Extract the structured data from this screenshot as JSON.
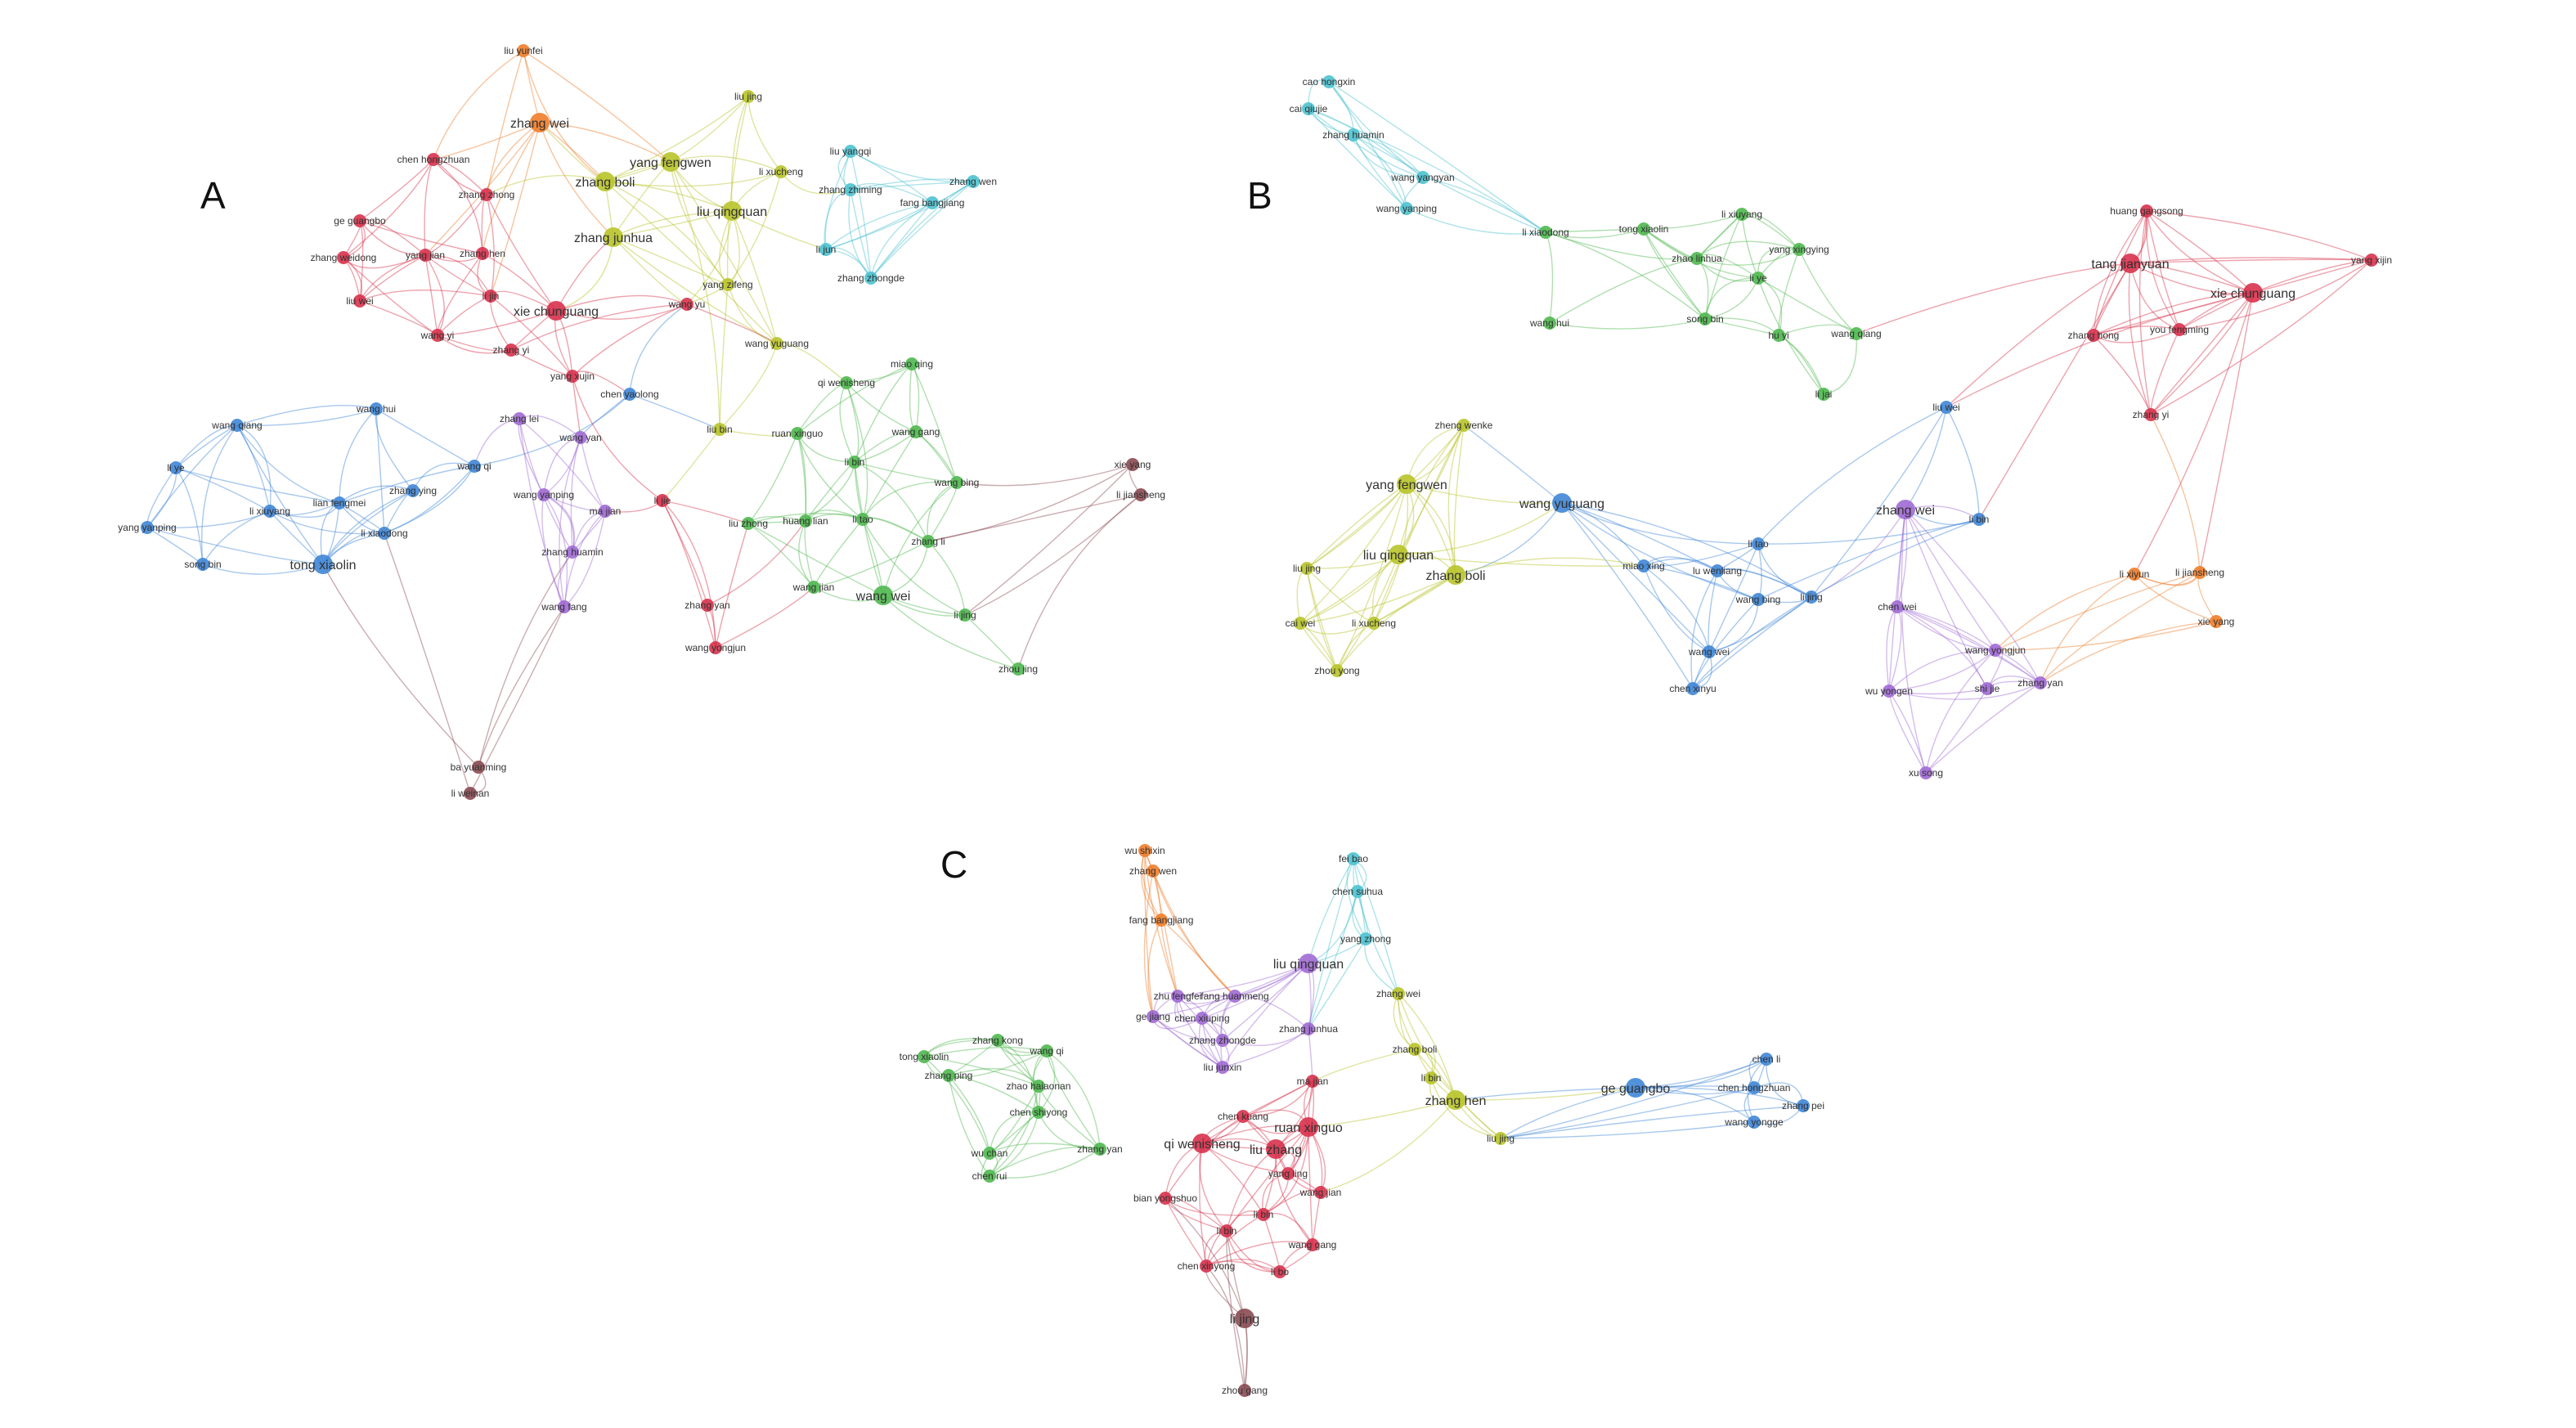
{
  "panels": [
    {
      "letter": "A",
      "colors": {
        "red": "#d8324c",
        "orange": "#ee7d2a",
        "olive": "#b8c42a",
        "cyan": "#4cc2d0",
        "green": "#4fb84f",
        "blue": "#3f86d6",
        "purple": "#a06ad4",
        "brown": "#8a4a52"
      },
      "nodes": [
        {
          "id": "liu yunfei",
          "c": "orange"
        },
        {
          "id": "zhang wei",
          "c": "orange",
          "big": true
        },
        {
          "id": "liu jing",
          "c": "olive"
        },
        {
          "id": "chen hongzhuan",
          "c": "red"
        },
        {
          "id": "yang fengwen",
          "c": "olive",
          "big": true
        },
        {
          "id": "zhang boli",
          "c": "olive",
          "big": true
        },
        {
          "id": "li xucheng",
          "c": "olive"
        },
        {
          "id": "liu yangqi",
          "c": "cyan"
        },
        {
          "id": "zhang wen",
          "c": "cyan"
        },
        {
          "id": "zhang zhiming",
          "c": "cyan"
        },
        {
          "id": "fang bangjiang",
          "c": "cyan"
        },
        {
          "id": "ge guangbo",
          "c": "red"
        },
        {
          "id": "zhang zhong",
          "c": "red"
        },
        {
          "id": "liu qingquan",
          "c": "olive",
          "big": true
        },
        {
          "id": "zhang junhua",
          "c": "olive",
          "big": true
        },
        {
          "id": "zhang weidong",
          "c": "red"
        },
        {
          "id": "yang jian",
          "c": "red"
        },
        {
          "id": "zhang hen",
          "c": "red"
        },
        {
          "id": "li jun",
          "c": "cyan"
        },
        {
          "id": "liu wei",
          "c": "red"
        },
        {
          "id": "li jin",
          "c": "red"
        },
        {
          "id": "xie chunguang",
          "c": "red",
          "big": true
        },
        {
          "id": "yang zifeng",
          "c": "olive"
        },
        {
          "id": "wang yu",
          "c": "red"
        },
        {
          "id": "zhang zhongde",
          "c": "cyan"
        },
        {
          "id": "wang yi",
          "c": "red"
        },
        {
          "id": "zhang yi",
          "c": "red"
        },
        {
          "id": "wang yuguang",
          "c": "olive"
        },
        {
          "id": "miao qing",
          "c": "green"
        },
        {
          "id": "yang xujin",
          "c": "red"
        },
        {
          "id": "qi wenisheng",
          "c": "green"
        },
        {
          "id": "chen yaolong",
          "c": "blue"
        },
        {
          "id": "wang qiang",
          "c": "blue"
        },
        {
          "id": "wang hui",
          "c": "blue"
        },
        {
          "id": "zhang lei",
          "c": "purple"
        },
        {
          "id": "liu bin",
          "c": "olive"
        },
        {
          "id": "ruan xinguo",
          "c": "green"
        },
        {
          "id": "wang gang",
          "c": "green"
        },
        {
          "id": "wang yan",
          "c": "purple"
        },
        {
          "id": "li bin",
          "c": "green"
        },
        {
          "id": "xie yang",
          "c": "brown"
        },
        {
          "id": "li ye",
          "c": "blue"
        },
        {
          "id": "wang qi",
          "c": "blue"
        },
        {
          "id": "wang bing",
          "c": "green"
        },
        {
          "id": "li jiansheng",
          "c": "brown"
        },
        {
          "id": "zhang ying",
          "c": "blue"
        },
        {
          "id": "wang yanping",
          "c": "purple"
        },
        {
          "id": "lian fengmei",
          "c": "blue"
        },
        {
          "id": "li xiuyang",
          "c": "blue"
        },
        {
          "id": "li xiaodong",
          "c": "blue"
        },
        {
          "id": "li jie",
          "c": "red"
        },
        {
          "id": "ma jian",
          "c": "purple"
        },
        {
          "id": "liu zhong",
          "c": "green"
        },
        {
          "id": "huang lian",
          "c": "green"
        },
        {
          "id": "li tao",
          "c": "green"
        },
        {
          "id": "yang yanping",
          "c": "blue"
        },
        {
          "id": "zhang huamin",
          "c": "purple"
        },
        {
          "id": "zhang li",
          "c": "green"
        },
        {
          "id": "tong xiaolin",
          "c": "blue",
          "big": true
        },
        {
          "id": "song bin",
          "c": "blue"
        },
        {
          "id": "wang jian",
          "c": "green"
        },
        {
          "id": "wang wei",
          "c": "green",
          "big": true
        },
        {
          "id": "wang fang",
          "c": "purple"
        },
        {
          "id": "zhang yan",
          "c": "red"
        },
        {
          "id": "li jing",
          "c": "green"
        },
        {
          "id": "wang yongjun",
          "c": "red"
        },
        {
          "id": "zhou jing",
          "c": "green"
        },
        {
          "id": "ba yuanming",
          "c": "brown"
        },
        {
          "id": "li weinan",
          "c": "brown"
        }
      ]
    },
    {
      "letter": "B",
      "colors": {
        "cyan": "#4cc2d0",
        "green": "#4fb84f",
        "red": "#d8324c",
        "olive": "#b8c42a",
        "blue": "#3f86d6",
        "purple": "#a06ad4",
        "orange": "#ee7d2a"
      },
      "nodes": [
        {
          "id": "cao hongxin",
          "c": "cyan"
        },
        {
          "id": "cai qiujie",
          "c": "cyan"
        },
        {
          "id": "zhang huamin",
          "c": "cyan"
        },
        {
          "id": "wang yangyan",
          "c": "cyan"
        },
        {
          "id": "wang yanping",
          "c": "cyan"
        },
        {
          "id": "li xiuyang",
          "c": "green"
        },
        {
          "id": "huang gangsong",
          "c": "red"
        },
        {
          "id": "li xiaodong",
          "c": "green"
        },
        {
          "id": "tong xiaolin",
          "c": "green"
        },
        {
          "id": "yang xingying",
          "c": "green"
        },
        {
          "id": "zhao linhua",
          "c": "green"
        },
        {
          "id": "tang jianyuan",
          "c": "red",
          "big": true
        },
        {
          "id": "yang xijin",
          "c": "red"
        },
        {
          "id": "li ye",
          "c": "green"
        },
        {
          "id": "xie chunguang",
          "c": "red",
          "big": true
        },
        {
          "id": "wang hui",
          "c": "green"
        },
        {
          "id": "song bin",
          "c": "green"
        },
        {
          "id": "hu yi",
          "c": "green"
        },
        {
          "id": "wang qiang",
          "c": "green"
        },
        {
          "id": "zhang hong",
          "c": "red"
        },
        {
          "id": "you fengming",
          "c": "red"
        },
        {
          "id": "li jai",
          "c": "green"
        },
        {
          "id": "liu wei",
          "c": "blue"
        },
        {
          "id": "zhang yi",
          "c": "red"
        },
        {
          "id": "zheng wenke",
          "c": "olive"
        },
        {
          "id": "yang fengwen",
          "c": "olive",
          "big": true
        },
        {
          "id": "wang yuguang",
          "c": "blue",
          "big": true
        },
        {
          "id": "zhang wei",
          "c": "purple",
          "big": true
        },
        {
          "id": "li bin",
          "c": "blue"
        },
        {
          "id": "li tao",
          "c": "blue"
        },
        {
          "id": "liu qingquan",
          "c": "olive",
          "big": true
        },
        {
          "id": "liu jing",
          "c": "olive"
        },
        {
          "id": "zhang boli",
          "c": "olive",
          "big": true
        },
        {
          "id": "miao xing",
          "c": "blue"
        },
        {
          "id": "lu wenliang",
          "c": "blue"
        },
        {
          "id": "li xiyun",
          "c": "orange"
        },
        {
          "id": "li jiansheng",
          "c": "orange"
        },
        {
          "id": "wang bing",
          "c": "blue"
        },
        {
          "id": "li jing",
          "c": "blue"
        },
        {
          "id": "cai wei",
          "c": "olive"
        },
        {
          "id": "li xucheng",
          "c": "olive"
        },
        {
          "id": "chen wei",
          "c": "purple"
        },
        {
          "id": "xie yang",
          "c": "orange"
        },
        {
          "id": "wang wei",
          "c": "blue"
        },
        {
          "id": "wang yongjun",
          "c": "purple"
        },
        {
          "id": "zhou yong",
          "c": "olive"
        },
        {
          "id": "shi jie",
          "c": "purple"
        },
        {
          "id": "zhang yan",
          "c": "purple"
        },
        {
          "id": "chen xinyu",
          "c": "blue"
        },
        {
          "id": "wu yongen",
          "c": "purple"
        },
        {
          "id": "xu song",
          "c": "purple"
        }
      ]
    },
    {
      "letter": "C",
      "colors": {
        "orange": "#ee7d2a",
        "cyan": "#4cc2d0",
        "purple": "#a06ad4",
        "green": "#4fb84f",
        "olive": "#b8c42a",
        "red": "#d8324c",
        "blue": "#3f86d6",
        "brown": "#8a4a52"
      },
      "nodes": [
        {
          "id": "wu shixin",
          "c": "orange"
        },
        {
          "id": "fei bao",
          "c": "cyan"
        },
        {
          "id": "zhang wen",
          "c": "orange"
        },
        {
          "id": "chen suhua",
          "c": "cyan"
        },
        {
          "id": "fang bangjiang",
          "c": "orange"
        },
        {
          "id": "yang zhong",
          "c": "cyan"
        },
        {
          "id": "liu qingquan",
          "c": "purple",
          "big": true
        },
        {
          "id": "zhu fengfei",
          "c": "purple"
        },
        {
          "id": "fang huanmeng",
          "c": "purple"
        },
        {
          "id": "zhang wei",
          "c": "olive"
        },
        {
          "id": "ge jiang",
          "c": "purple"
        },
        {
          "id": "chen xiuping",
          "c": "purple"
        },
        {
          "id": "zhang junhua",
          "c": "purple"
        },
        {
          "id": "zhang zhongde",
          "c": "purple"
        },
        {
          "id": "zhang kong",
          "c": "green"
        },
        {
          "id": "tong xiaolin",
          "c": "green"
        },
        {
          "id": "wang qi",
          "c": "green"
        },
        {
          "id": "zhang boli",
          "c": "olive"
        },
        {
          "id": "zhang ping",
          "c": "green"
        },
        {
          "id": "liu junxin",
          "c": "purple"
        },
        {
          "id": "chen li",
          "c": "blue"
        },
        {
          "id": "zhao haiaonan",
          "c": "green"
        },
        {
          "id": "ma jian",
          "c": "red"
        },
        {
          "id": "li bin",
          "c": "olive"
        },
        {
          "id": "ge guangbo",
          "c": "blue",
          "big": true
        },
        {
          "id": "chen hongzhuan",
          "c": "blue"
        },
        {
          "id": "zhang hen",
          "c": "olive",
          "big": true
        },
        {
          "id": "zhang pei",
          "c": "blue"
        },
        {
          "id": "chen shiyong",
          "c": "green"
        },
        {
          "id": "wang yongge",
          "c": "blue"
        },
        {
          "id": "chen kuang",
          "c": "red"
        },
        {
          "id": "ruan xinguo",
          "c": "red",
          "big": true
        },
        {
          "id": "liu jing",
          "c": "olive"
        },
        {
          "id": "qi wenisheng",
          "c": "red",
          "big": true
        },
        {
          "id": "liu zhang",
          "c": "red",
          "big": true
        },
        {
          "id": "wu chan",
          "c": "green"
        },
        {
          "id": "zhang yan",
          "c": "green"
        },
        {
          "id": "yang ling",
          "c": "red"
        },
        {
          "id": "chen rui",
          "c": "green"
        },
        {
          "id": "wang jian",
          "c": "red"
        },
        {
          "id": "bian yongshuo",
          "c": "red"
        },
        {
          "id": "li bin2",
          "c": "red"
        },
        {
          "id": "li bin3",
          "c": "red"
        },
        {
          "id": "wang gang",
          "c": "red"
        },
        {
          "id": "chen xinyong",
          "c": "red"
        },
        {
          "id": "li bo",
          "c": "red"
        },
        {
          "id": "li jing",
          "c": "brown",
          "big": true
        },
        {
          "id": "zhou gang",
          "c": "brown"
        }
      ]
    }
  ],
  "labels_a": {
    "liu yunfei": "liu yunfei",
    "zhang wei": "zhang wei",
    "liu jing": "liu jing",
    "chen hongzhuan": "chen hongzhuan",
    "yang fengwen": "yang fengwen",
    "zhang boli": "zhang boli",
    "li xucheng": "li xucheng",
    "liu yangqi": "liu yangqi",
    "zhang wen": "zhang wen",
    "zhang zhiming": "zhang zhiming",
    "fang bangjiang": "fang bangjiang",
    "ge guangbo": "ge guangbo",
    "zhang zhong": "zhang zhong",
    "liu qingquan": "liu qingquan",
    "zhang junhua": "zhang junhua",
    "zhang weidong": "zhang weidong",
    "yang jian": "yang jian",
    "zhang hen": "zhang hen",
    "li jun": "li jun",
    "liu wei": "liu wei",
    "li jin": "li jin",
    "xie chunguang": "xie chunguang",
    "yang zifeng": "yang zifeng",
    "wang yu": "wang yu",
    "zhang zhongde": "zhang zhongde",
    "wang yi": "wang yi",
    "zhang yi": "zhang yi",
    "wang yuguang": "wang yuguang",
    "miao qing": "miao qing",
    "yang xujin": "yang xujin",
    "qi wenisheng": "qi wenisheng",
    "chen yaolong": "chen yaolong",
    "wang qiang": "wang qiang",
    "wang hui": "wang hui",
    "zhang lei": "zhang lei",
    "liu bin": "liu bin",
    "ruan xinguo": "ruan xinguo",
    "wang gang": "wang gang",
    "wang yan": "wang yan",
    "li bin": "li bin",
    "xie yang": "xie yang",
    "li ye": "li ye",
    "wang qi": "wang qi",
    "wang bing": "wang bing",
    "li jiansheng": "li jiansheng",
    "zhang ying": "zhang ying",
    "wang yanping": "wang yanping",
    "lian fengmei": "lian fengmei",
    "li xiuyang": "li xiuyang",
    "li xiaodong": "li xiaodong",
    "li jie": "li jie",
    "ma jian": "ma jian",
    "liu zhong": "liu zhong",
    "huang lian": "huang lian",
    "li tao": "li tao",
    "yang yanping": "yang yanping",
    "zhang huamin": "zhang huamin",
    "zhang li": "zhang li",
    "tong xiaolin": "tong xiaolin",
    "song bin": "song bin",
    "wang jian": "wang jian",
    "wang wei": "wang wei",
    "wang fang": "wang fang",
    "zhang yan": "zhang yan",
    "li jing": "li jing",
    "wang yongjun": "wang yongjun",
    "zhou jing": "zhou jing",
    "ba yuanming": "ba yuanming",
    "li weinan": "li weinan"
  }
}
